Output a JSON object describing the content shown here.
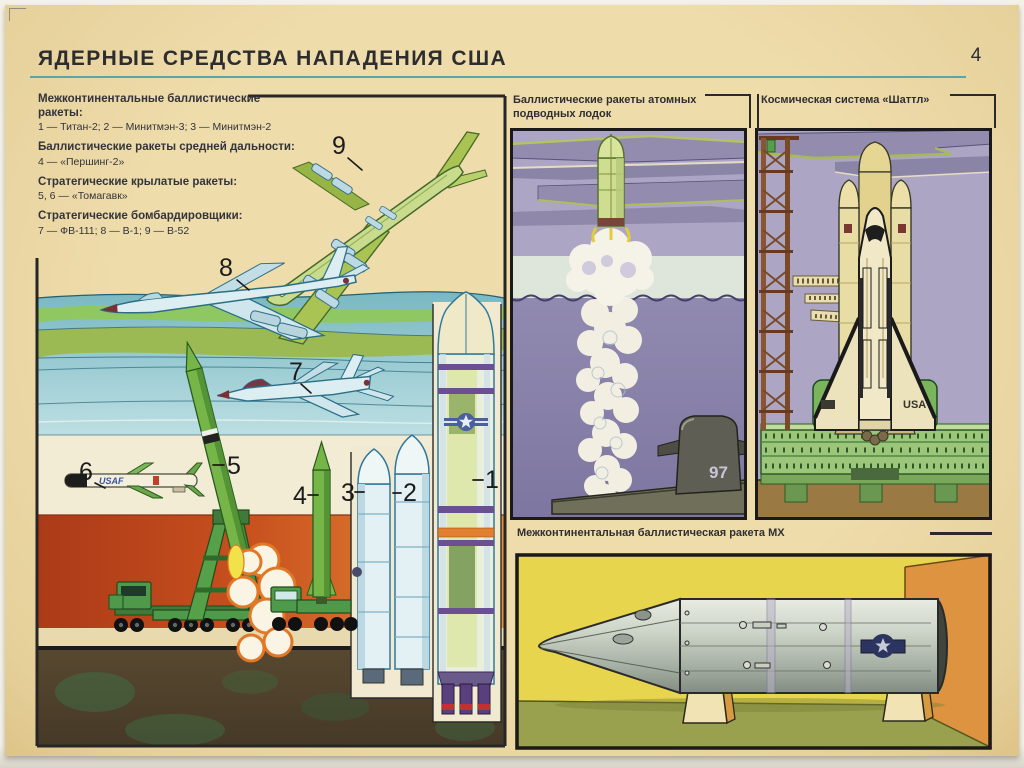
{
  "page": {
    "title": "ЯДЕРНЫЕ СРЕДСТВА НАПАДЕНИЯ США",
    "page_number": "4"
  },
  "legend": {
    "groups": [
      {
        "heading": "Межконтинентальные баллистические ракеты:",
        "items": "1 — Титан-2;   2 — Минитмэн-3;   3 — Минитмэн-2"
      },
      {
        "heading": "Баллистические ракеты средней дальности:",
        "items": "4 — «Першинг-2»"
      },
      {
        "heading": "Стратегические крылатые ракеты:",
        "items": "5, 6 — «Томагавк»"
      },
      {
        "heading": "Стратегические бомбардировщики:",
        "items": "7 — ФВ-111; 8 — В-1; 9 — В-52"
      }
    ]
  },
  "main_panel": {
    "labels": {
      "titan2": "1",
      "minuteman3": "2",
      "minuteman2": "3",
      "pershing2": "4",
      "tomahawk_launcher": "5",
      "tomahawk_flight": "6",
      "fb111": "7",
      "b1": "8",
      "b52": "9"
    },
    "cruise_marking": "USAF"
  },
  "slbm_panel": {
    "caption": "Баллистические ракеты атомных подводных лодок",
    "submarine_number": "97"
  },
  "shuttle_panel": {
    "caption": "Космическая система «Шаттл»",
    "orbiter_marking": "USA"
  },
  "mx_panel": {
    "caption": "Межконтинентальная баллистическая ракета MX"
  },
  "colors": {
    "page_bg": "#ecd8a6",
    "ink": "#2d2d30",
    "rule_teal": "#55a6ad",
    "red_band": "#ab3a18",
    "orange_band": "#e6923c",
    "sky_teal": "#7db9c3",
    "band_green": "#8fc763",
    "lavender_sky": "#aca6c4",
    "water_purple": "#8a83a8",
    "wall_yellow": "#e7d54d",
    "wall_orange": "#de9340",
    "floor_olive": "#99a04e",
    "missile_green": "#76b648",
    "bomber_green": "#a9c452",
    "pale_blue": "#dceef2"
  }
}
